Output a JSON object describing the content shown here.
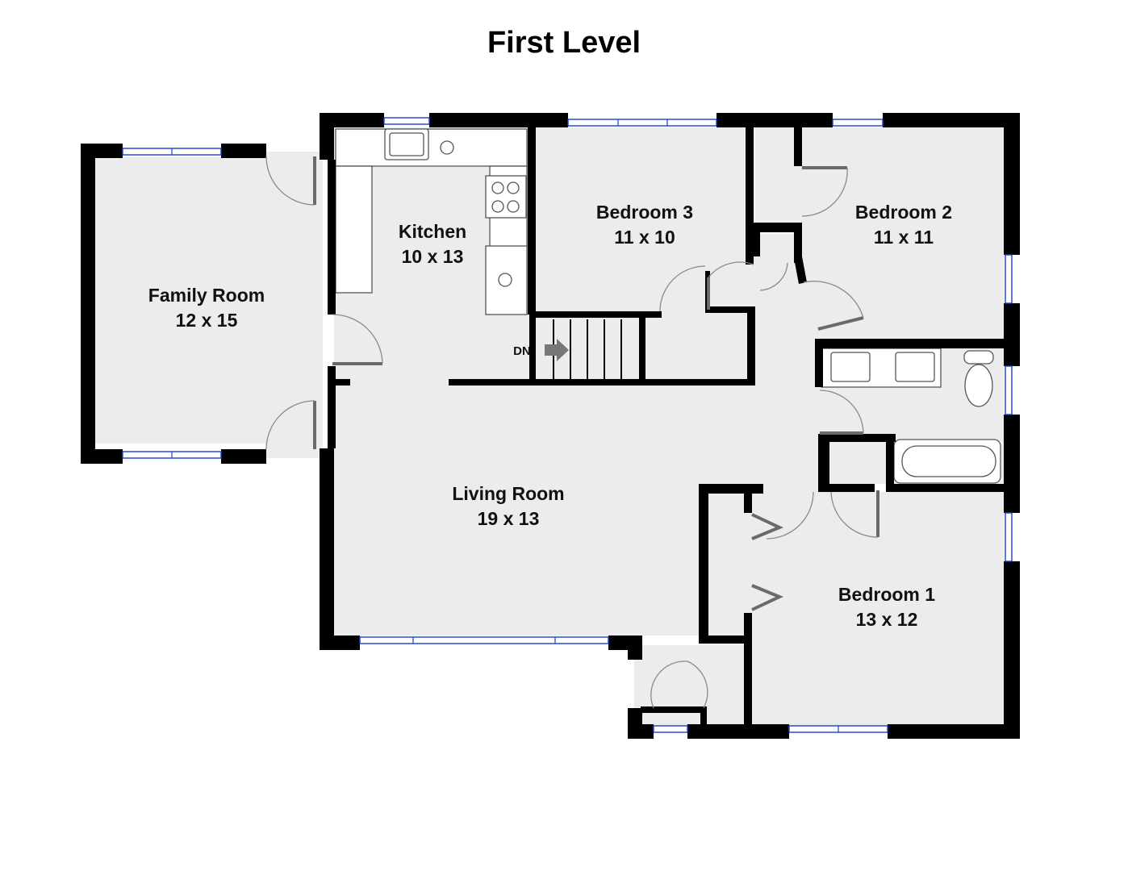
{
  "title": "First Level",
  "rooms": {
    "family_room": {
      "name": "Family Room",
      "size": "12 x 15"
    },
    "kitchen": {
      "name": "Kitchen",
      "size": "10 x 13"
    },
    "bedroom3": {
      "name": "Bedroom 3",
      "size": "11 x 10"
    },
    "bedroom2": {
      "name": "Bedroom 2",
      "size": "11 x 11"
    },
    "living_room": {
      "name": "Living Room",
      "size": "19 x 13"
    },
    "bedroom1": {
      "name": "Bedroom 1",
      "size": "13 x 12"
    }
  },
  "stairs": {
    "label": "DN"
  },
  "colors": {
    "wall": "#000000",
    "floor": "#ececee",
    "window": "#1a3fd1",
    "door": "#8a8a8a"
  }
}
